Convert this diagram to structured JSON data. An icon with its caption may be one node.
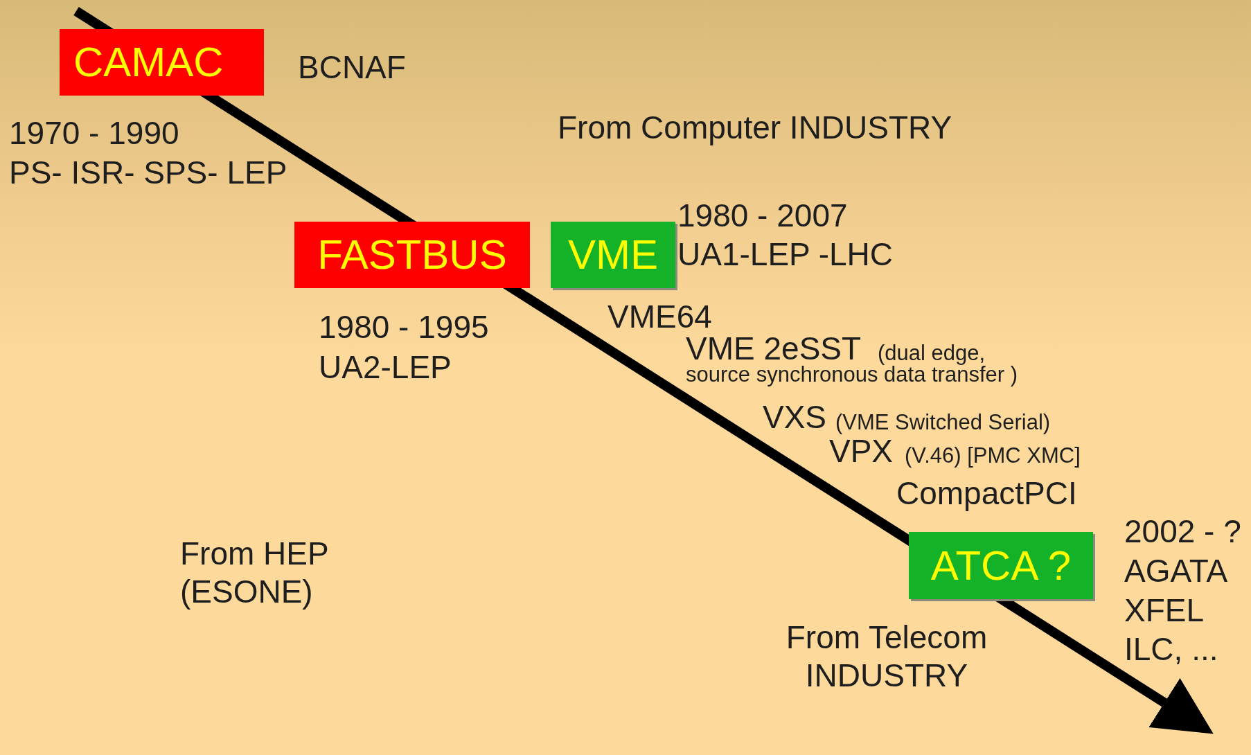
{
  "diagram": {
    "nodes": [
      {
        "text": [
          "CAMAC"
        ],
        "beside": [
          "BCNAF",
          "1970 - 1990",
          "PS- ISR- SPS- LEP"
        ]
      },
      {
        "text": [
          "FASTBUS"
        ],
        "beside": [
          "1980 - 1995",
          "UA2-LEP"
        ]
      },
      {
        "text": [
          "VME"
        ],
        "beside": [
          "1980 - 2007",
          "UA1-LEP -LHC"
        ]
      },
      {
        "text": [
          "ATCA ?"
        ],
        "beside": [
          "2002 - ?",
          "AGATA",
          "XFEL",
          "ILC, ..."
        ]
      }
    ],
    "labels": [
      "From Computer INDUSTRY",
      "VME64",
      "VME 2eSST",
      "(dual edge,",
      "source synchronous data transfer )",
      "VXS",
      "(VME Switched Serial)",
      "VPX",
      "(V.46) [PMC XMC]",
      "CompactPCI",
      "From HEP (ESONE)",
      "From Telecom INDUSTRY"
    ]
  }
}
